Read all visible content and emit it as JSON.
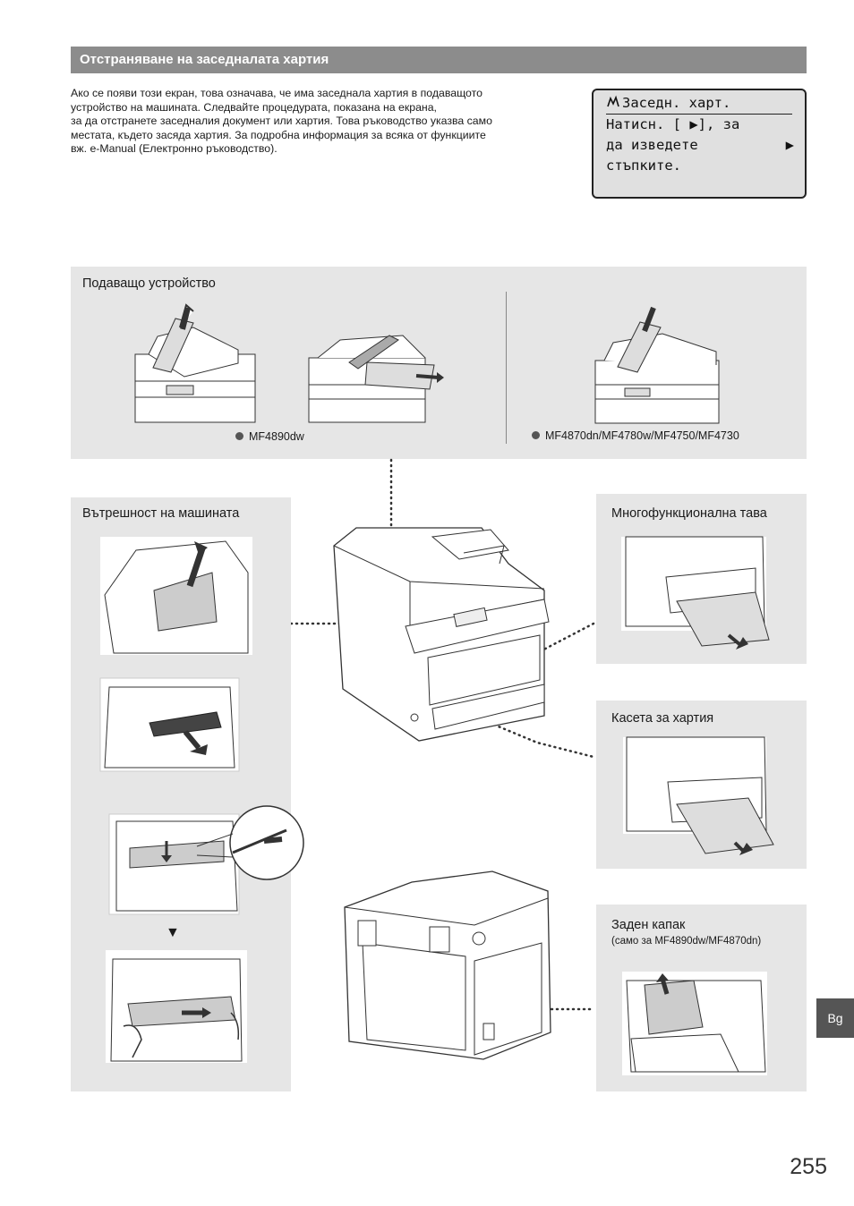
{
  "header": {
    "title": "Отстраняване на заседналата хартия"
  },
  "intro": {
    "lines": [
      "Ако се появи този екран, това означава, че има заседнала хартия в подаващото",
      "устройство на машината. Следвайте процедурата, показана на екрана,",
      "за да отстранете заседналия документ или хартия. Това ръководство указва само",
      "местата, където засяда хартия. За подробна информация за всяка от функциите",
      "вж. e-Manual (Електронно ръководство)."
    ]
  },
  "lcd": {
    "line1": "Заседн. харт.",
    "line2": "Натисн. [ ▶], за",
    "line3": "да изведете",
    "line4": "стъпките.",
    "arrow": "▶"
  },
  "feeder": {
    "label": "Подаващо устройство",
    "model_left": "MF4890dw",
    "model_right": "MF4870dn/MF4780w/MF4750/MF4730"
  },
  "inside": {
    "label": "Вътрешност на машината",
    "step_arrow": "▼"
  },
  "mp_tray": {
    "label": "Многофункционална тава"
  },
  "cassette": {
    "label": "Касета за хартия"
  },
  "rear_cover": {
    "label": "Заден капак",
    "note": "(само за MF4890dw/MF4870dn)"
  },
  "side_tab": "Bg",
  "page_number": "255",
  "icons": {
    "jam": "jam-icon",
    "arrow": "arrow-icon",
    "bullet": "bullet-icon"
  },
  "colors": {
    "header_bg": "#8c8c8c",
    "panel_bg": "#e6e6e6",
    "tab_bg": "#555555"
  }
}
